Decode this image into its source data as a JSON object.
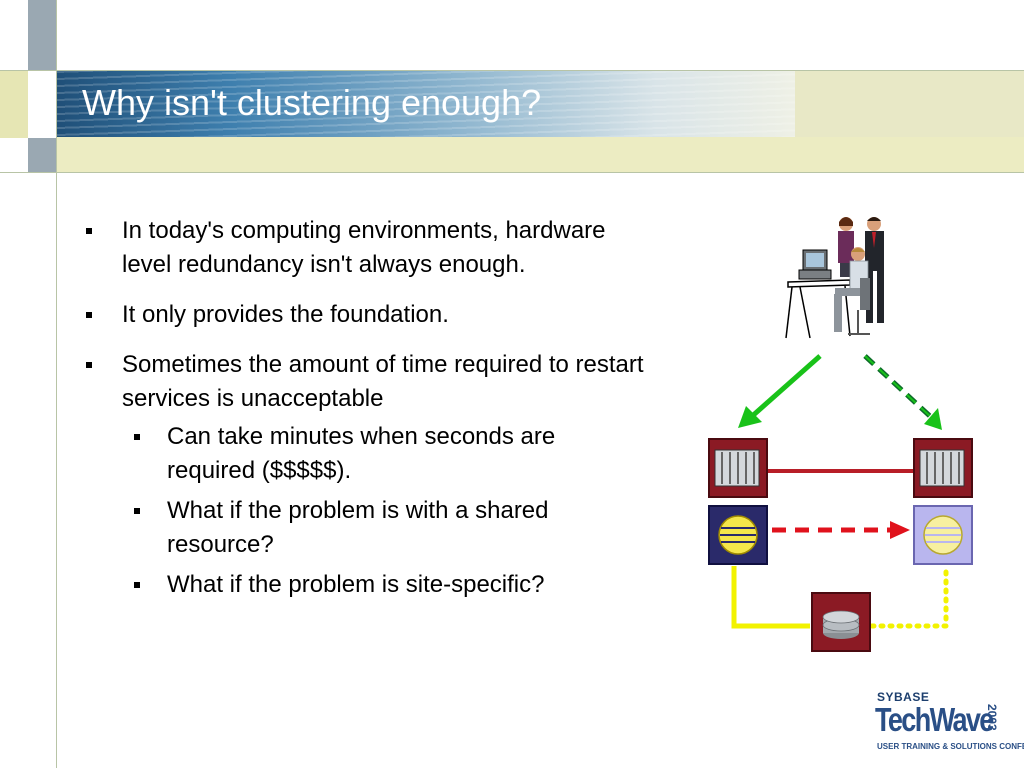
{
  "slide": {
    "title": "Why isn't clustering enough?"
  },
  "bullets": [
    {
      "text": "In today's computing environments, hardware level redundancy isn't always enough."
    },
    {
      "text": "It only provides the foundation."
    },
    {
      "text": "Sometimes the amount of time required to restart services is unacceptable",
      "sub": [
        "Can take minutes when seconds are required ($$$$$).",
        "What if the problem is with a shared resource?",
        "What if the problem is site-specific?"
      ]
    }
  ],
  "logo": {
    "brand": "SYBASE",
    "name": "TechWave",
    "year": "2003",
    "tagline": "USER TRAINING & SOLUTIONS CONFERENCE"
  },
  "diagram": {
    "icons": [
      "office-workers-icon",
      "server-icon",
      "database-engine-icon",
      "disk-storage-icon"
    ],
    "colors": {
      "server": "#8b1a24",
      "active_arrow": "#19c219",
      "failover_arrow": "#0d6b2a",
      "replication": "#e0121c",
      "storage_link": "#f2f200"
    }
  }
}
